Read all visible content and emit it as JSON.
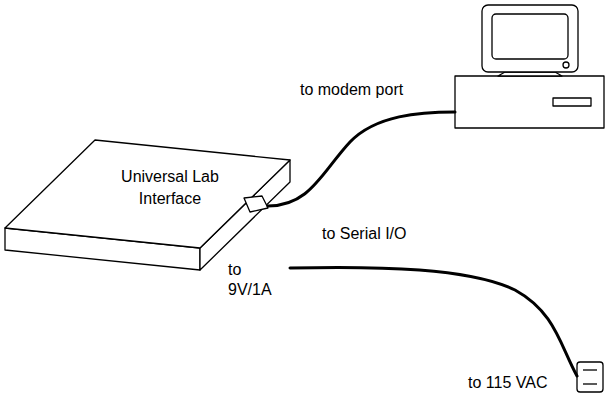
{
  "diagram": {
    "nodes": [
      {
        "text": [
          "Universal Lab Interface"
        ]
      }
    ],
    "labels": [
      "to modem port",
      "to Serial I/O",
      "to 9V/1A",
      "to 115 VAC"
    ]
  }
}
